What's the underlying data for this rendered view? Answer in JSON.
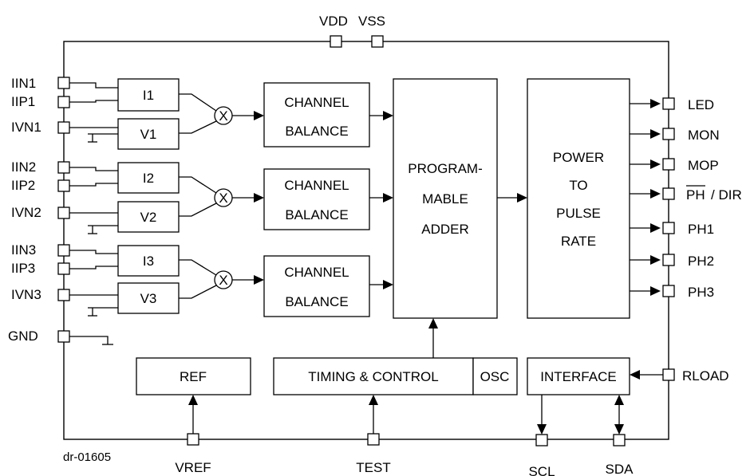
{
  "figure_id": "dr-01605",
  "supply_pins": [
    "VDD",
    "VSS"
  ],
  "input_pins": {
    "channel1": [
      "IIN1",
      "IIP1",
      "IVN1"
    ],
    "channel2": [
      "IIN2",
      "IIP2",
      "IVN2"
    ],
    "channel3": [
      "IIN3",
      "IIP3",
      "IVN3"
    ],
    "ground": "GND"
  },
  "channels": [
    {
      "current": "I1",
      "voltage": "V1"
    },
    {
      "current": "I2",
      "voltage": "V2"
    },
    {
      "current": "I3",
      "voltage": "V3"
    }
  ],
  "multiplier_symbol": "X",
  "channel_balance": [
    "CHANNEL",
    "BALANCE"
  ],
  "adder": [
    "PROGRAM-",
    "MABLE",
    "ADDER"
  ],
  "power_to_pulse": [
    "POWER",
    "TO",
    "PULSE",
    "RATE"
  ],
  "output_pins": [
    "LED",
    "MON",
    "MOP",
    "PH",
    "/ DIR",
    "PH1",
    "PH2",
    "PH3"
  ],
  "ref_block": "REF",
  "timing_block": "TIMING & CONTROL",
  "osc_block": "OSC",
  "interface_block": "INTERFACE",
  "rload_pin": "RLOAD",
  "bottom_pins": [
    "VREF",
    "TEST",
    "SCL",
    "SDA"
  ]
}
